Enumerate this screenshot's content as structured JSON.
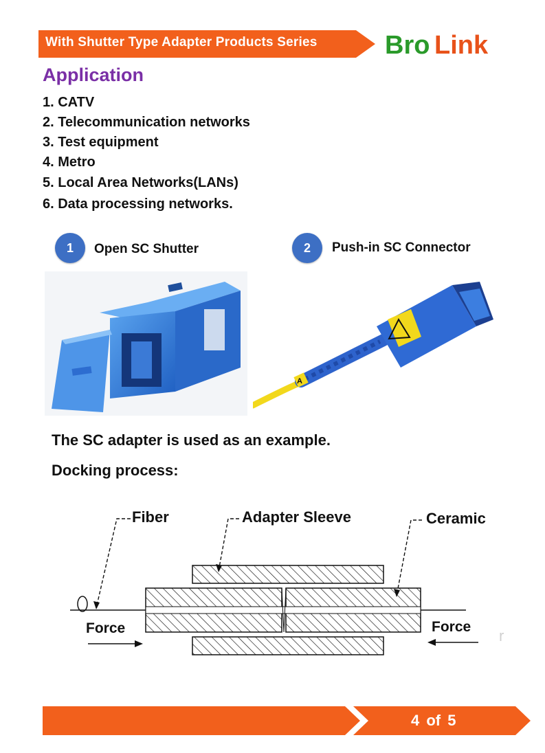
{
  "header": {
    "title": "With Shutter Type Adapter Products Series",
    "banner_color": "#f2601c"
  },
  "brand": {
    "logo_icon": "brolink-logo",
    "part1": "Bro",
    "part2": "Link",
    "color1": "#2a9a2a",
    "color2": "#e8521a"
  },
  "application": {
    "title": "Application",
    "items": [
      "1. CATV",
      "2. Telecommunication networks",
      "3. Test equipment",
      "4. Metro",
      "5. Local Area Networks(LANs)",
      "6. Data processing networks."
    ]
  },
  "callouts": [
    {
      "number": "1",
      "label": "Open SC Shutter"
    },
    {
      "number": "2",
      "label": "Push-in SC Connector"
    }
  ],
  "photos": [
    {
      "icon": "sc-shutter-adapter-photo"
    },
    {
      "icon": "sc-connector-photo",
      "marker": "A"
    }
  ],
  "statement": "The SC adapter is used as an example.",
  "docking": {
    "title": "Docking process:",
    "labels": {
      "fiber": "Fiber",
      "adapter_sleeve": "Adapter Sleeve",
      "ceramic": "Ceramic",
      "force_left": "Force",
      "force_right": "Force"
    },
    "stray_mark": "r"
  },
  "footer": {
    "page_text": "4 of  5",
    "banner_color": "#f2601c"
  }
}
